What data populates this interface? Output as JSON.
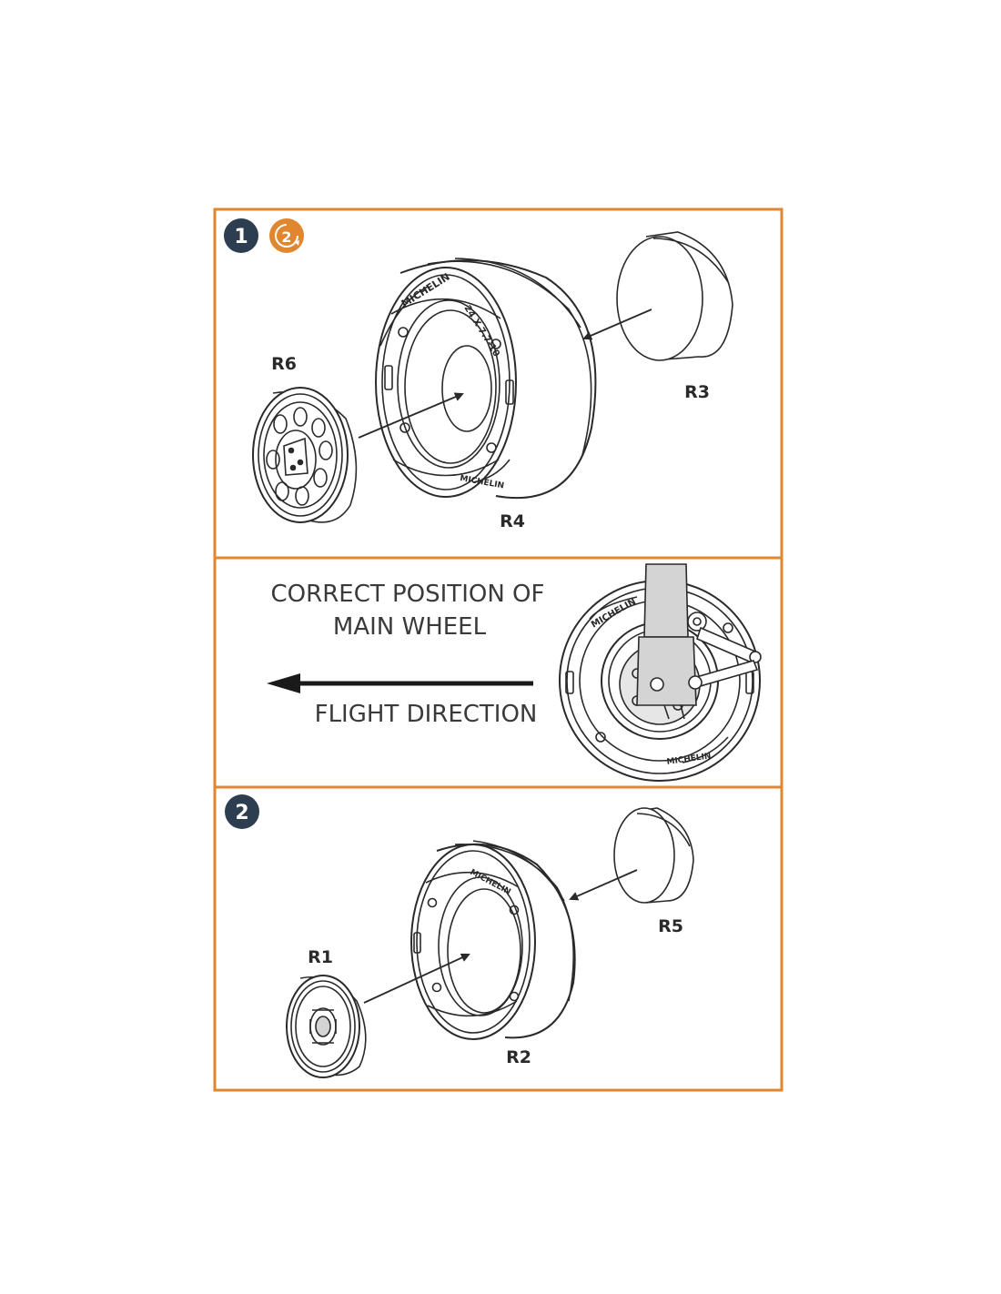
{
  "colors": {
    "frame": "#e0862e",
    "badge_dark": "#2c3e4f",
    "badge_orange": "#e0862e",
    "ink": "#2a2a2a"
  },
  "step1": {
    "badge": "1",
    "repeat_badge": "2",
    "labels": {
      "r6": "R6",
      "r4": "R4",
      "r3": "R3"
    },
    "tyre_text": {
      "brand": "MICHELIN",
      "size": "24 X 7.7-10"
    }
  },
  "info": {
    "title_line1": "CORRECT POSITION OF",
    "title_line2": "MAIN WHEEL",
    "flight_direction": "FLIGHT DIRECTION",
    "tyre_text": {
      "brand": "MICHELIN"
    }
  },
  "step2": {
    "badge": "2",
    "labels": {
      "r1": "R1",
      "r2": "R2",
      "r5": "R5"
    },
    "tyre_text": {
      "brand": "MICHELIN"
    }
  },
  "icons": [
    "step-number-badge",
    "repeat-step-icon",
    "arrow-icon",
    "flight-direction-arrow-icon"
  ]
}
